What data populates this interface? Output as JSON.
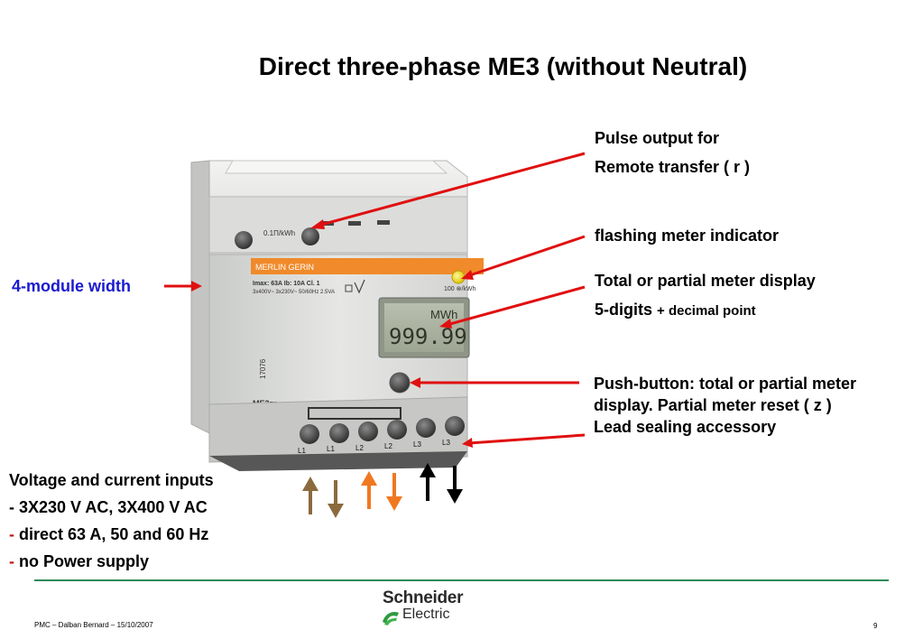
{
  "title": "Direct three-phase ME3 (without Neutral)",
  "callouts": {
    "pulse_line1": "Pulse output for",
    "pulse_line2": "Remote transfer ( r )",
    "flashing": "flashing meter indicator",
    "display_line1": "Total or partial meter display",
    "display_line2_main": "5-digits",
    "display_line2_small": "+ decimal point",
    "push_line1": "Push-button: total or partial meter",
    "push_line2": "display. Partial meter reset ( z )",
    "lead": "Lead sealing accessory",
    "module_width": "4-module width"
  },
  "inputs": {
    "heading": "Voltage and current inputs",
    "line1": "- 3X230 V AC, 3X400 V AC",
    "line2_dash": "-",
    "line2": " direct 63 A,  50 and 60 Hz",
    "line3_dash": "-",
    "line3": " no Power supply"
  },
  "device": {
    "brand": "MERLIN GERIN",
    "rating_line1": "Imax: 63A  Ib: 10A  Cl. 1",
    "rating_line2": "3x400V~ 3x230V~ 50/60Hz  2.5VA",
    "pulse_label": "0.1Π/kWh",
    "led_label": "100 ⊗/kWh",
    "unit": "MWh",
    "reading": "999.99",
    "serial": "17076",
    "model": "ME3zr",
    "terminals": [
      "L1",
      "L1",
      "L2",
      "L2",
      "L3",
      "L3"
    ]
  },
  "arrows_colors": {
    "red": "#e01010",
    "brown": "#8b6a3e",
    "orange": "#f07820",
    "black": "#000000"
  },
  "footer": {
    "left": "PMC – Dalban Bernard – 15/10/2007",
    "page": "9",
    "logo_top": "Schneider",
    "logo_bottom": "Electric"
  }
}
